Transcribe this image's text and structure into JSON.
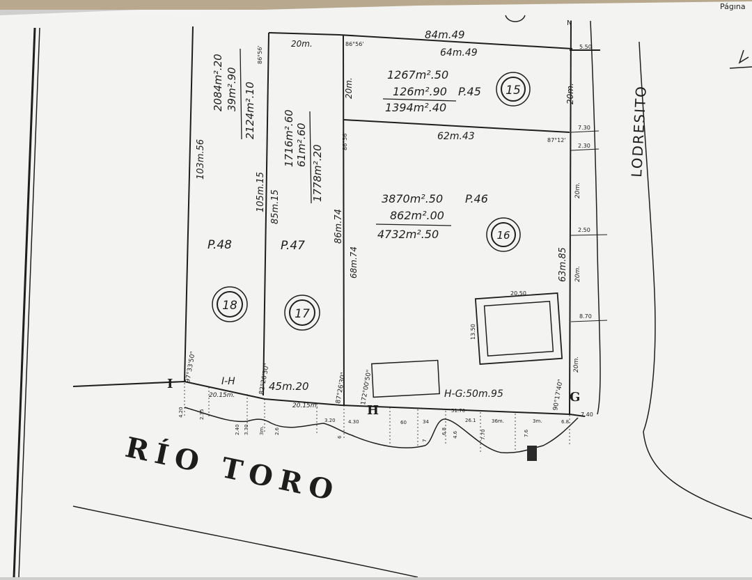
{
  "header": {
    "page_label": "Págına"
  },
  "street": {
    "name": "LODRESITO"
  },
  "river": {
    "name": "RÍO TORO"
  },
  "top_dimensions": {
    "outer_top": "84m.49",
    "inner_top": "64m.49",
    "bottom_lot15": "62m.43"
  },
  "lot15": {
    "number": "15",
    "parcel": "P.45",
    "area_a": "1267m².50",
    "area_b": "126m².90",
    "area_total": "1394m².40",
    "west_side": "20m.",
    "east_side": "20m."
  },
  "lot16": {
    "number": "16",
    "parcel": "P.46",
    "area_a": "3870m².50",
    "area_b": "862m².00",
    "area_total": "4732m².50",
    "west_side": "68m.74",
    "east_side": "63m.85"
  },
  "lot17": {
    "number": "17",
    "parcel": "P.47",
    "area_a": "1716m².60",
    "area_b": "61m².60",
    "area_total": "1778m².20",
    "top": "20m.",
    "west_side": "85m.15",
    "east_side": "86m.74",
    "front": "20.15m."
  },
  "lot18": {
    "number": "18",
    "parcel": "P.48",
    "area_a": "2084m².20",
    "area_b": "39m².90",
    "area_total": "2124m².10",
    "west_side": "103m.56",
    "east_side": "105m.15",
    "front": "20.15m."
  },
  "points": {
    "i": "I",
    "h": "H",
    "g": "G",
    "north": "N"
  },
  "segments": {
    "ih": "I-H",
    "ih_len": "45m.20",
    "hg": "H-G:50m.95"
  },
  "angles": {
    "top_a": "86°56'",
    "top_b": "86°56'",
    "mid_a": "86°56'",
    "mid_b": "87°12'",
    "i": "97°33'50\"",
    "lot18_17": "82°26'30\"",
    "lot17_16": "87°26'30\"",
    "h": "172°00'50\"",
    "g": "90°17'40\""
  },
  "offsets": {
    "o1": "5.50",
    "o2": "7.30",
    "o3": "2.30",
    "o4": "20m.",
    "o5": "2.50",
    "o6": "20m.",
    "o7": "8.70",
    "o8": "20m.",
    "o9": "7.40"
  },
  "pool": {
    "width": "20.50",
    "height": "13.50"
  },
  "river_marks": [
    "4.20",
    "2.35",
    "2.40",
    "3.30",
    "3m.",
    "2.6",
    "3.20",
    "4.30",
    "6",
    "60",
    "34",
    "7",
    "6.8",
    "4.6",
    "51.70",
    "26.1",
    "7.70",
    "36m.",
    "7.6",
    "3m.",
    "6.8"
  ]
}
